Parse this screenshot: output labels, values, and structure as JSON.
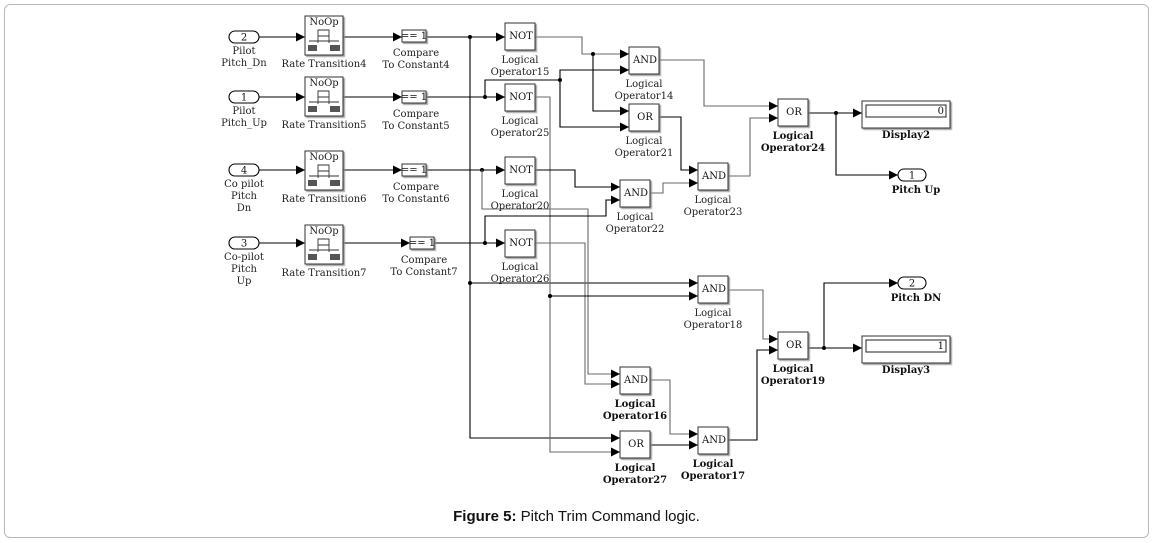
{
  "figure": {
    "caption_bold": "Figure 5:",
    "caption_text": " Pitch Trim Command logic."
  },
  "inports": [
    {
      "id": "in2",
      "number": "2",
      "label": [
        "Pilot",
        "Pitch_Dn"
      ]
    },
    {
      "id": "in1",
      "number": "1",
      "label": [
        "Pilot",
        "Pitch_Up"
      ]
    },
    {
      "id": "in4",
      "number": "4",
      "label": [
        "Co pilot",
        "Pitch",
        "Dn"
      ]
    },
    {
      "id": "in3",
      "number": "3",
      "label": [
        "Co-pilot",
        "Pitch",
        "Up"
      ]
    }
  ],
  "rate_transitions": [
    {
      "id": "rt4",
      "header": "NoOp",
      "label": "Rate Transition4"
    },
    {
      "id": "rt5",
      "header": "NoOp",
      "label": "Rate Transition5"
    },
    {
      "id": "rt6",
      "header": "NoOp",
      "label": "Rate Transition6"
    },
    {
      "id": "rt7",
      "header": "NoOp",
      "label": "Rate Transition7"
    }
  ],
  "compares": [
    {
      "id": "c4",
      "text": "== 1",
      "label": [
        "Compare",
        "To Constant4"
      ]
    },
    {
      "id": "c5",
      "text": "== 1",
      "label": [
        "Compare",
        "To Constant5"
      ]
    },
    {
      "id": "c6",
      "text": "== 1",
      "label": [
        "Compare",
        "To Constant6"
      ]
    },
    {
      "id": "c7",
      "text": "== 1",
      "label": [
        "Compare",
        "To Constant7"
      ]
    }
  ],
  "logic_blocks": [
    {
      "id": "op15",
      "op": "NOT",
      "label": [
        "Logical",
        "Operator15"
      ]
    },
    {
      "id": "op25",
      "op": "NOT",
      "label": [
        "Logical",
        "Operator25"
      ]
    },
    {
      "id": "op20",
      "op": "NOT",
      "label": [
        "Logical",
        "Operator20"
      ]
    },
    {
      "id": "op26",
      "op": "NOT",
      "label": [
        "Logical",
        "Operator26"
      ]
    },
    {
      "id": "op14",
      "op": "AND",
      "label": [
        "Logical",
        "Operator14"
      ]
    },
    {
      "id": "op21",
      "op": "OR",
      "label": [
        "Logical",
        "Operator21"
      ]
    },
    {
      "id": "op22",
      "op": "AND",
      "label": [
        "Logical",
        "Operator22"
      ]
    },
    {
      "id": "op23",
      "op": "AND",
      "label": [
        "Logical",
        "Operator23"
      ]
    },
    {
      "id": "op24",
      "op": "OR",
      "label": [
        "Logical",
        "Operator24"
      ],
      "bold": true
    },
    {
      "id": "op18",
      "op": "AND",
      "label": [
        "Logical",
        "Operator18"
      ]
    },
    {
      "id": "op19",
      "op": "OR",
      "label": [
        "Logical",
        "Operator19"
      ],
      "bold": true
    },
    {
      "id": "op16",
      "op": "AND",
      "label": [
        "Logical",
        "Operator16"
      ],
      "bold": true
    },
    {
      "id": "op27",
      "op": "OR",
      "label": [
        "Logical",
        "Operator27"
      ],
      "bold": true
    },
    {
      "id": "op17",
      "op": "AND",
      "label": [
        "Logical",
        "Operator17"
      ],
      "bold": true
    }
  ],
  "displays": [
    {
      "id": "disp2",
      "value": "0",
      "label": "Display2"
    },
    {
      "id": "disp3",
      "value": "1",
      "label": "Display3"
    }
  ],
  "outports": [
    {
      "id": "out1",
      "number": "1",
      "label": "Pitch Up"
    },
    {
      "id": "out2",
      "number": "2",
      "label": "Pitch DN"
    }
  ]
}
